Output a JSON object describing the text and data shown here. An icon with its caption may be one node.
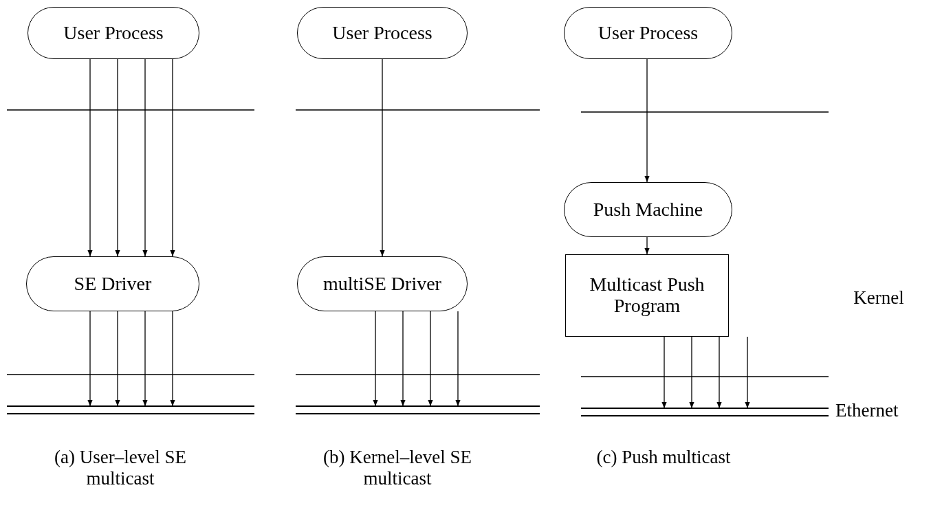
{
  "diagram": {
    "nodes": [
      {
        "text": [
          "User Process"
        ]
      },
      {
        "text": [
          "SE Driver"
        ]
      },
      {
        "text": [
          "User Process"
        ]
      },
      {
        "text": [
          "multiSE Driver"
        ]
      },
      {
        "text": [
          "User Process"
        ]
      },
      {
        "text": [
          "Push Machine"
        ]
      },
      {
        "text": [
          "Multicast Push Program"
        ]
      },
      {
        "text": [],
        "shape": "bar"
      },
      {
        "text": [],
        "shape": "bar"
      },
      {
        "text": [],
        "shape": "bar",
        "beside": [
          "Ethernet"
        ]
      }
    ],
    "edges": [
      {
        "from": 0,
        "to": 1,
        "arrow": "to"
      },
      {
        "from": 0,
        "to": 1,
        "arrow": "to"
      },
      {
        "from": 0,
        "to": 1,
        "arrow": "to"
      },
      {
        "from": 0,
        "to": 1,
        "arrow": "to"
      },
      {
        "from": 1,
        "to": 7,
        "arrow": "to"
      },
      {
        "from": 1,
        "to": 7,
        "arrow": "to"
      },
      {
        "from": 1,
        "to": 7,
        "arrow": "to"
      },
      {
        "from": 1,
        "to": 7,
        "arrow": "to"
      },
      {
        "from": 2,
        "to": 3,
        "arrow": "to"
      },
      {
        "from": 3,
        "to": 8,
        "arrow": "to"
      },
      {
        "from": 3,
        "to": 8,
        "arrow": "to"
      },
      {
        "from": 3,
        "to": 8,
        "arrow": "to"
      },
      {
        "from": 3,
        "to": 8,
        "arrow": "to"
      },
      {
        "from": 4,
        "to": 5,
        "arrow": "to"
      },
      {
        "from": 5,
        "to": 6,
        "arrow": "to"
      },
      {
        "from": 6,
        "to": 9,
        "arrow": "to"
      },
      {
        "from": 6,
        "to": 9,
        "arrow": "to"
      },
      {
        "from": 6,
        "to": 9,
        "arrow": "to"
      },
      {
        "from": 6,
        "to": 9,
        "arrow": "to"
      }
    ],
    "labels": [
      "Kernel",
      "(a) User–level SE multicast",
      "(b) Kernel–level SE multicast",
      "(c) Push multicast"
    ]
  }
}
